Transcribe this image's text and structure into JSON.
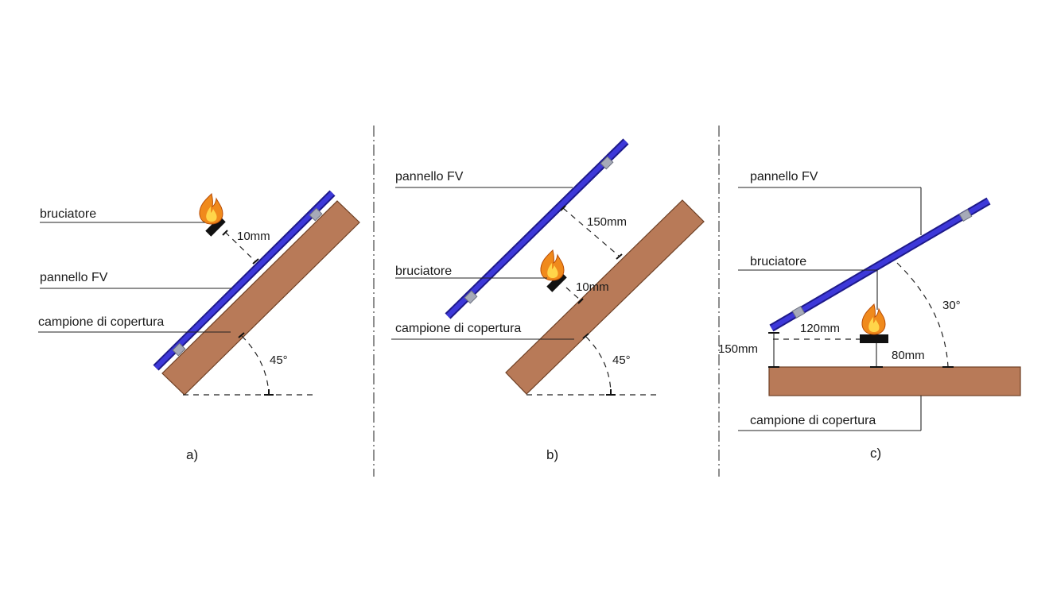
{
  "figure": {
    "panels": [
      {
        "caption": "a)",
        "labels": {
          "burner": "bruciatore",
          "pv_panel": "pannello FV",
          "roof_sample": "campione di copertura"
        },
        "dimensions": {
          "gap": "10mm",
          "angle": "45°"
        }
      },
      {
        "caption": "b)",
        "labels": {
          "pv_panel": "pannello FV",
          "burner": "bruciatore",
          "roof_sample": "campione di copertura"
        },
        "dimensions": {
          "panel_offset": "150mm",
          "gap": "10mm",
          "angle": "45°"
        }
      },
      {
        "caption": "c)",
        "labels": {
          "pv_panel": "pannello FV",
          "burner": "bruciatore",
          "roof_sample": "campione di copertura"
        },
        "dimensions": {
          "angle": "30°",
          "horizontal": "120mm",
          "height": "150mm",
          "burner_height": "80mm"
        }
      }
    ]
  },
  "colors": {
    "roof_sample": "#b87a58",
    "pv_panel": "#3d38d9",
    "flame": "#f08a1c"
  },
  "icons": [
    "flame-icon",
    "burner-block-icon"
  ]
}
